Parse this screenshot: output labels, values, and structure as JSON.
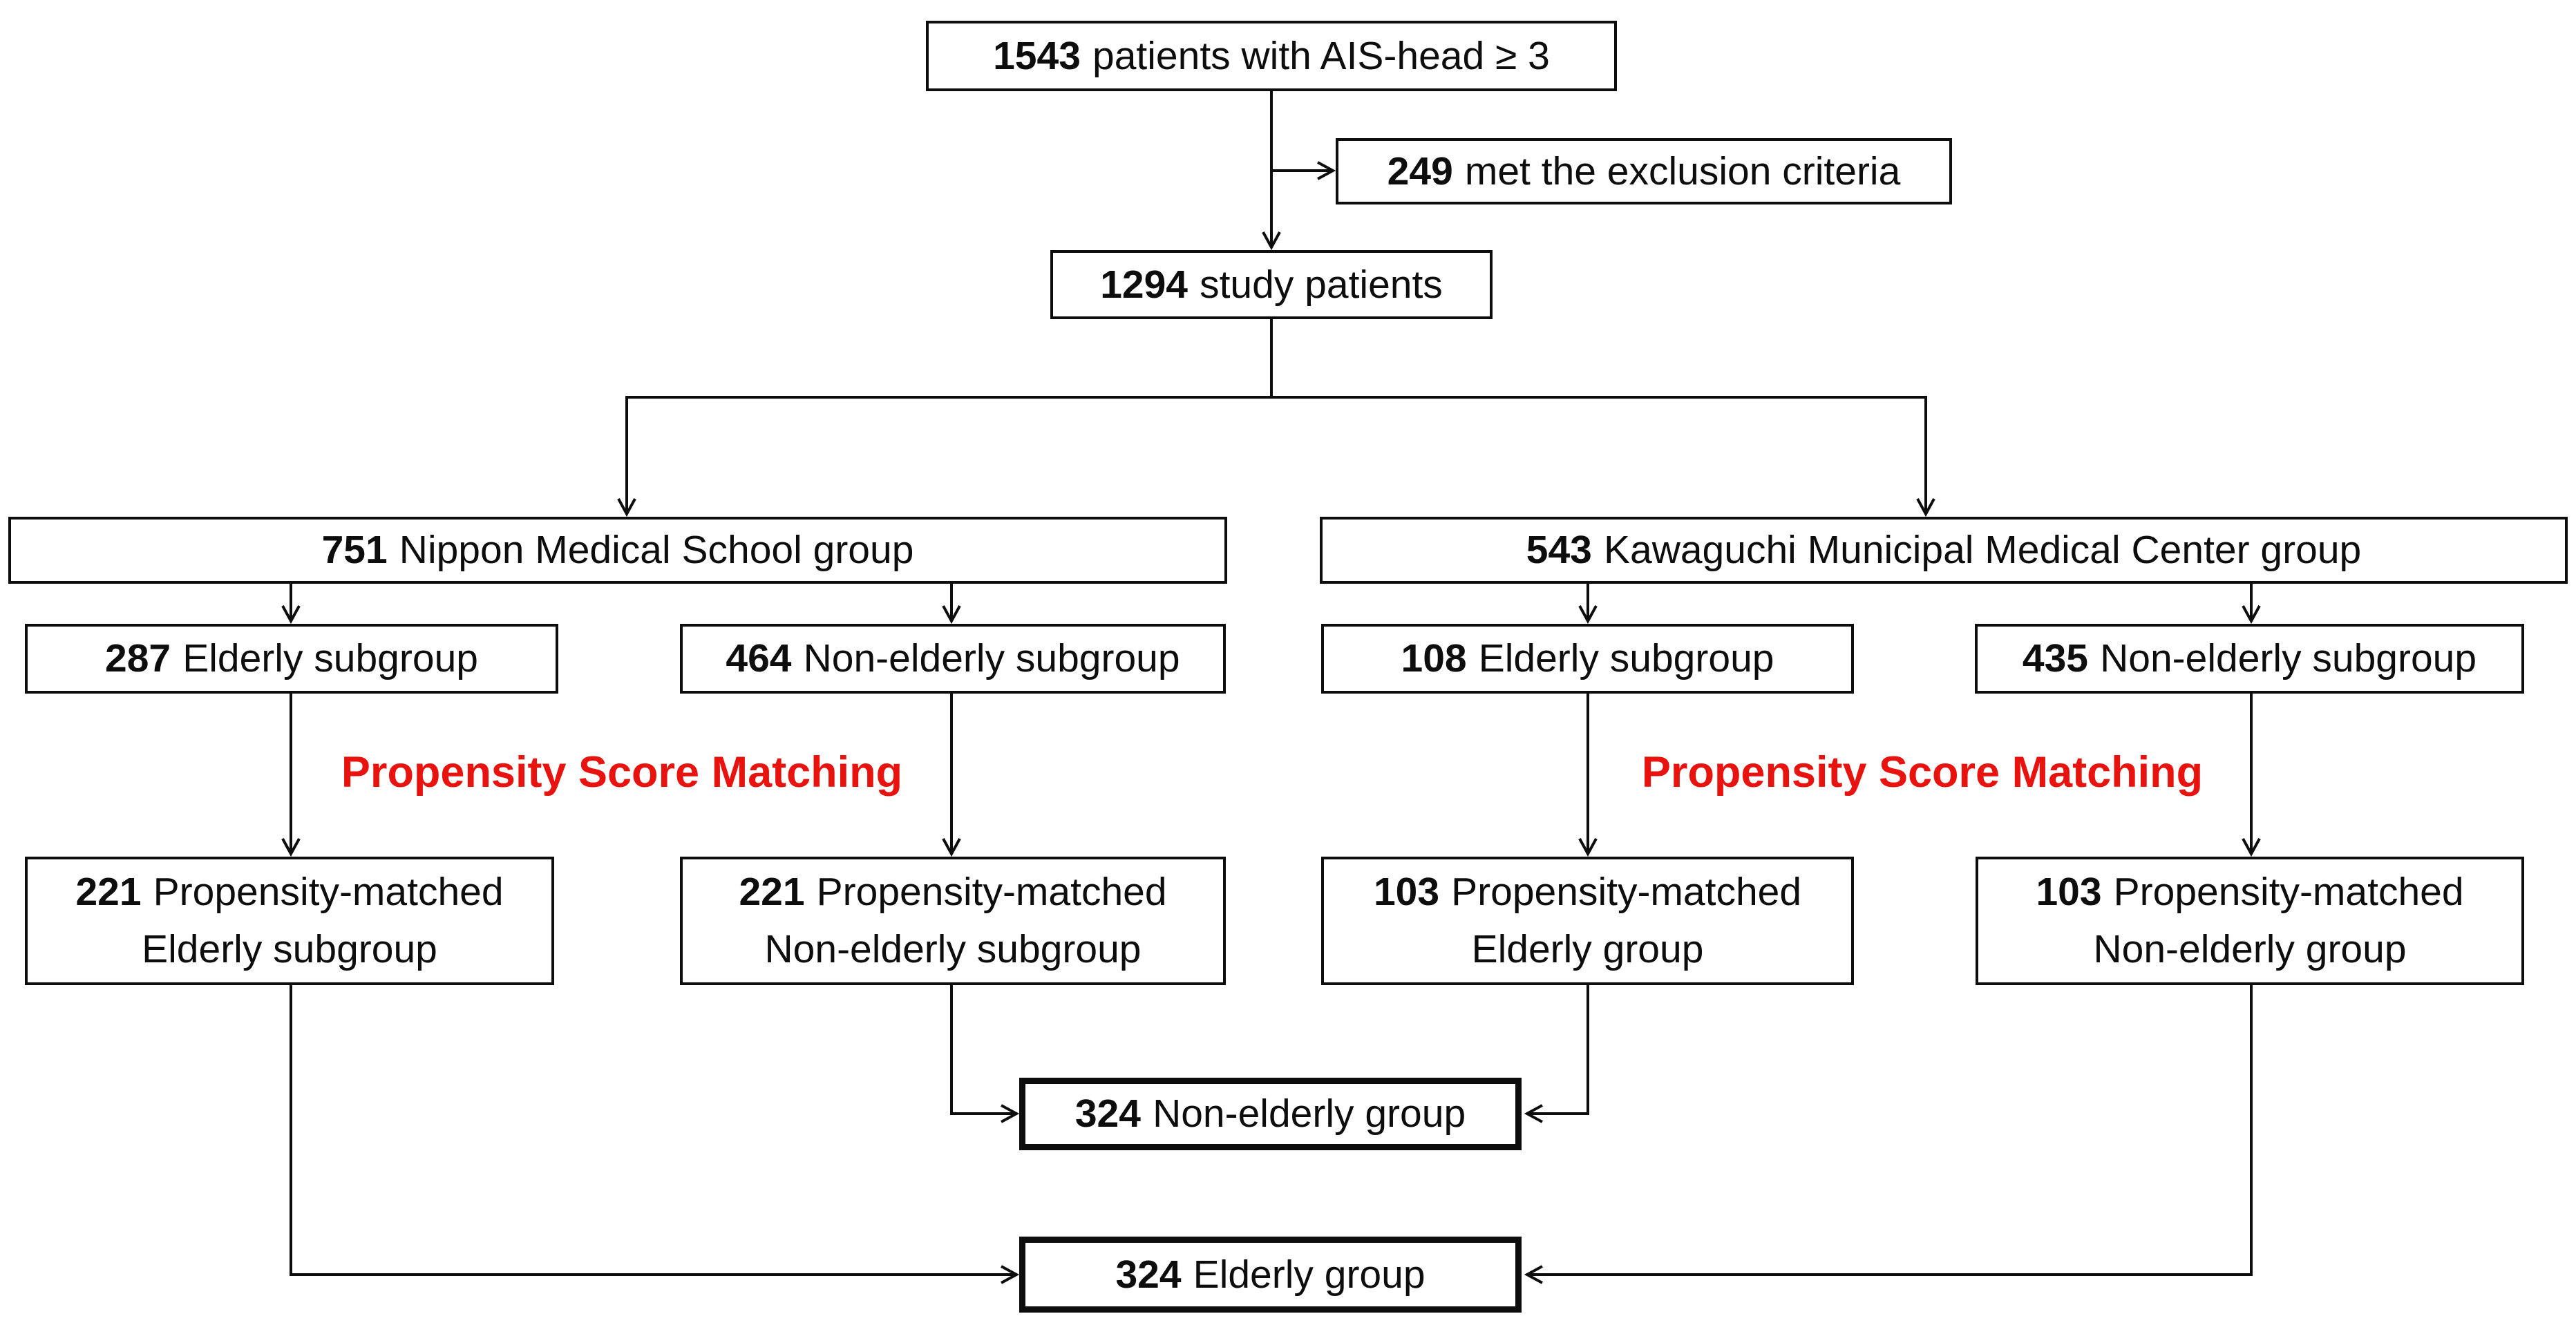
{
  "figure": {
    "type": "patient-flow-diagram",
    "colors": {
      "ink": "#0d0d0d",
      "accent_red": "#e8120e",
      "background": "#ffffff"
    },
    "nodes": {
      "total": {
        "num": "1543",
        "label": "patients with AIS-head ≥ 3"
      },
      "excluded": {
        "num": "249",
        "label": "met the exclusion criteria"
      },
      "study": {
        "num": "1294",
        "label": "study patients"
      },
      "nms_group": {
        "num": "751",
        "label": "Nippon Medical School group"
      },
      "kmmc_group": {
        "num": "543",
        "label": "Kawaguchi Municipal Medical Center group"
      },
      "nms_elderly": {
        "num": "287",
        "label": "Elderly subgroup"
      },
      "nms_nonelderly": {
        "num": "464",
        "label": "Non-elderly subgroup"
      },
      "kmmc_elderly": {
        "num": "108",
        "label": "Elderly subgroup"
      },
      "kmmc_nonelderly": {
        "num": "435",
        "label": "Non-elderly subgroup"
      },
      "psm_left": {
        "label": "Propensity Score Matching"
      },
      "psm_right": {
        "label": "Propensity Score Matching"
      },
      "nms_pm_elderly": {
        "num": "221",
        "label": "Propensity-matched",
        "label2": "Elderly subgroup"
      },
      "nms_pm_nonelderly": {
        "num": "221",
        "label": "Propensity-matched",
        "label2": "Non-elderly subgroup"
      },
      "kmmc_pm_elderly": {
        "num": "103",
        "label": "Propensity-matched",
        "label2": "Elderly group"
      },
      "kmmc_pm_nonelderly": {
        "num": "103",
        "label": "Propensity-matched",
        "label2": "Non-elderly group"
      },
      "final_nonelderly": {
        "num": "324",
        "label": "Non-elderly group"
      },
      "final_elderly": {
        "num": "324",
        "label": "Elderly group"
      }
    },
    "edges": [
      {
        "from": "total",
        "to": "excluded"
      },
      {
        "from": "total",
        "to": "study"
      },
      {
        "from": "study",
        "to": "nms_group"
      },
      {
        "from": "study",
        "to": "kmmc_group"
      },
      {
        "from": "nms_group",
        "to": "nms_elderly"
      },
      {
        "from": "nms_group",
        "to": "nms_nonelderly"
      },
      {
        "from": "kmmc_group",
        "to": "kmmc_elderly"
      },
      {
        "from": "kmmc_group",
        "to": "kmmc_nonelderly"
      },
      {
        "from": "nms_elderly",
        "to": "nms_pm_elderly"
      },
      {
        "from": "nms_nonelderly",
        "to": "nms_pm_nonelderly"
      },
      {
        "from": "kmmc_elderly",
        "to": "kmmc_pm_elderly"
      },
      {
        "from": "kmmc_nonelderly",
        "to": "kmmc_pm_nonelderly"
      },
      {
        "from": "nms_pm_nonelderly",
        "to": "final_nonelderly"
      },
      {
        "from": "kmmc_pm_elderly",
        "to": "final_nonelderly"
      },
      {
        "from": "nms_pm_elderly",
        "to": "final_elderly"
      },
      {
        "from": "kmmc_pm_nonelderly",
        "to": "final_elderly"
      }
    ]
  }
}
